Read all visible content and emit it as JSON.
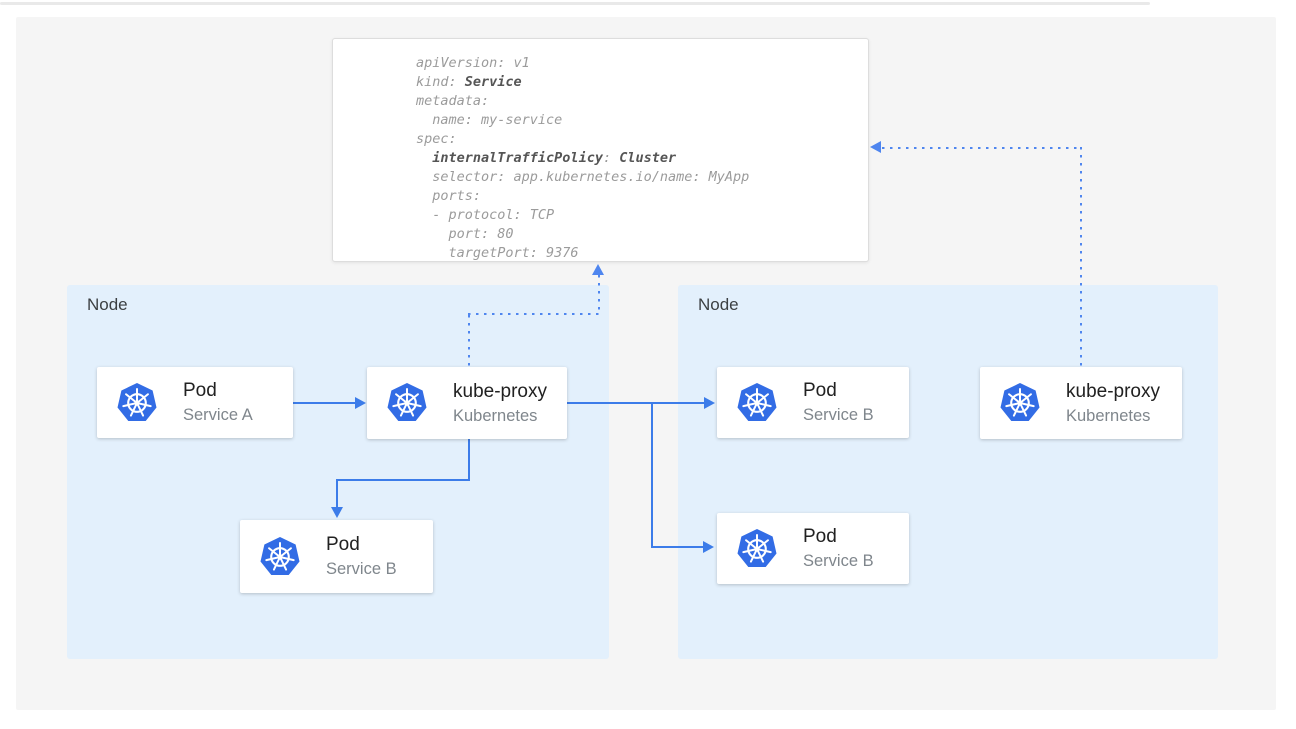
{
  "colors": {
    "k8s_blue": "#326ce5",
    "arrow_solid": "#3c7ce9",
    "arrow_dotted": "#4f86ef",
    "node_bg": "#e3f0fc",
    "panel_bg": "#f5f5f5",
    "code_normal": "#9b9b9b",
    "code_bold": "#555555"
  },
  "yaml_card": {
    "lines": [
      [
        {
          "t": "apiVersion: v1"
        }
      ],
      [
        {
          "t": "kind: "
        },
        {
          "t": "Service",
          "b": true
        }
      ],
      [
        {
          "t": "metadata:"
        }
      ],
      [
        {
          "t": "  name: my-service"
        }
      ],
      [
        {
          "t": "spec:"
        }
      ],
      [
        {
          "t": "  "
        },
        {
          "t": "internalTrafficPolicy",
          "b": true
        },
        {
          "t": ": "
        },
        {
          "t": "Cluster",
          "b": true
        }
      ],
      [
        {
          "t": "  selector: app.kubernetes.io/name: MyApp"
        }
      ],
      [
        {
          "t": "  ports:"
        }
      ],
      [
        {
          "t": "  - protocol: TCP"
        }
      ],
      [
        {
          "t": "    port: 80"
        }
      ],
      [
        {
          "t": "    targetPort: 9376"
        }
      ]
    ]
  },
  "nodes": {
    "left": {
      "label": "Node"
    },
    "right": {
      "label": "Node"
    }
  },
  "cards": {
    "pod_a": {
      "title": "Pod",
      "subtitle": "Service A",
      "icon": "kubernetes-icon"
    },
    "kube_proxy_left": {
      "title": "kube-proxy",
      "subtitle": "Kubernetes",
      "icon": "kubernetes-icon"
    },
    "pod_b_left": {
      "title": "Pod",
      "subtitle": "Service B",
      "icon": "kubernetes-icon"
    },
    "pod_b_right_top": {
      "title": "Pod",
      "subtitle": "Service B",
      "icon": "kubernetes-icon"
    },
    "pod_b_right_bottom": {
      "title": "Pod",
      "subtitle": "Service B",
      "icon": "kubernetes-icon"
    },
    "kube_proxy_right": {
      "title": "kube-proxy",
      "subtitle": "Kubernetes",
      "icon": "kubernetes-icon"
    }
  }
}
